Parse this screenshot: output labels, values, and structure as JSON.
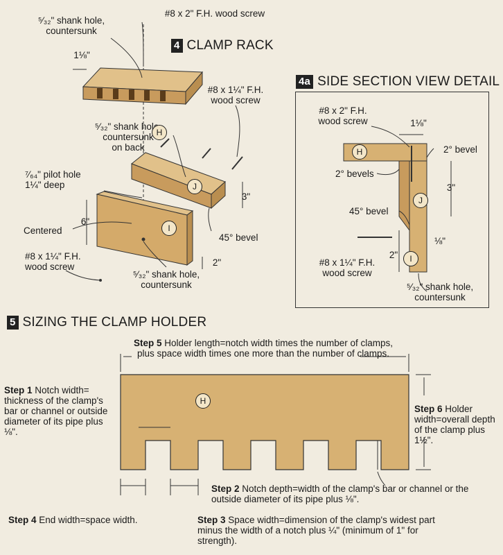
{
  "section4": {
    "num": "4",
    "title": "CLAMP RACK"
  },
  "section4a": {
    "num": "4a",
    "title": "SIDE SECTION VIEW DETAIL"
  },
  "section5": {
    "num": "5",
    "title": "SIZING THE CLAMP HOLDER"
  },
  "fig4": {
    "screw_top": "#8 x 2\" F.H. wood screw",
    "shank_top": "⁵⁄₃₂\" shank hole,\ncountersunk",
    "dim_1_1_8": "1⅛\"",
    "screw_right": "#8 x 1¼\" F.H.\nwood screw",
    "shank_back": "⁵⁄₃₂\" shank hole,\ncountersunk\non back",
    "pilot": "⁷⁄₆₄\" pilot hole\n1¼\" deep",
    "dim_6": "6\"",
    "centered": "Centered",
    "screw_left": "#8 x 1¼\" F.H.\nwood screw",
    "dim_3": "3\"",
    "bevel45": "45° bevel",
    "dim_2": "2\"",
    "shank_bottom": "⁵⁄₃₂\" shank hole,\ncountersunk",
    "part_h": "H",
    "part_j": "J",
    "part_i": "I"
  },
  "fig4a": {
    "screw_top": "#8 x 2\" F.H.\nwood screw",
    "dim_1_1_8": "1⅛\"",
    "bevel2": "2° bevel",
    "bevels2": "2° bevels",
    "dim_3": "3\"",
    "bevel45": "45° bevel",
    "dim_1_8": "⅛\"",
    "dim_2": "2\"",
    "screw_bottom": "#8 x 1¼\" F.H.\nwood screw",
    "shank": "⁵⁄₃₂\" shank hole,\ncountersunk",
    "part_h": "H",
    "part_j": "J",
    "part_i": "I"
  },
  "fig5": {
    "part_h": "H",
    "step5_label": "Step 5",
    "step5_text": " Holder length=notch width times the number of clamps, plus space width times one more than the number of clamps.",
    "step1_label": "Step 1",
    "step1_text": " Notch width= thickness of the clamp's bar or channel or outside diameter of its pipe plus ⅛\".",
    "step6_label": "Step 6",
    "step6_text": " Holder width=overall depth of the clamp plus 1½\".",
    "step2_label": "Step 2",
    "step2_text": " Notch depth=width of the clamp's bar or channel or the outside diameter of its pipe plus ⅛\".",
    "step4_label": "Step 4",
    "step4_text": " End width=space width.",
    "step3_label": "Step 3",
    "step3_text": " Space width=dimension of the clamp's widest part minus the width of a notch plus ¼\" (minimum of 1\" for strength)."
  },
  "colors": {
    "wood": "#d7b173",
    "wood_dark": "#b98e50",
    "ink": "#1a1a1a"
  }
}
